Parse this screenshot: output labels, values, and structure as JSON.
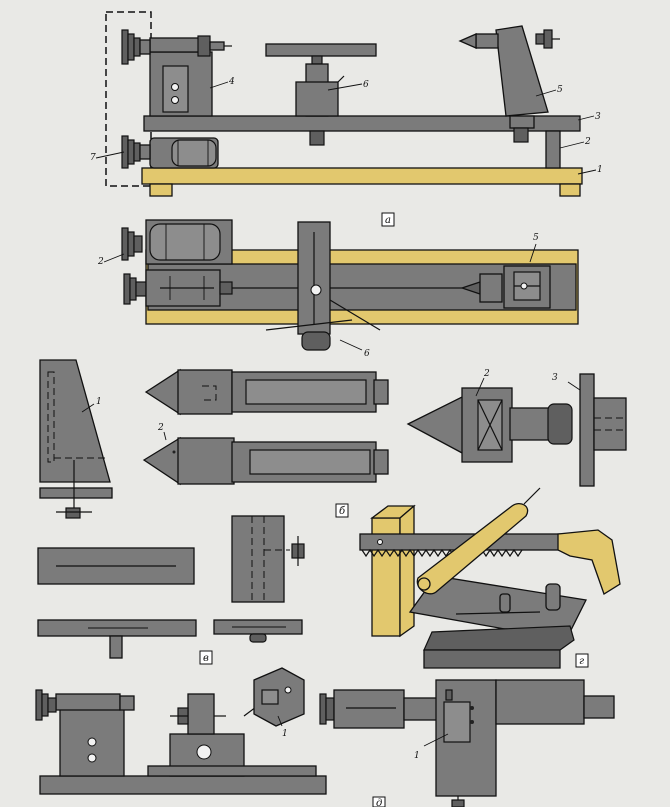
{
  "panels": {
    "a": "а",
    "b": "б",
    "v": "в",
    "g": "г",
    "d": "д"
  },
  "callouts": {
    "n1": "1",
    "n2": "2",
    "n3": "3",
    "n4": "4",
    "n5": "5",
    "n6": "6",
    "n7": "7"
  },
  "colors": {
    "metal": "#7b7b7b",
    "wood": "#e2c86e",
    "background": "#e9e9e6"
  }
}
